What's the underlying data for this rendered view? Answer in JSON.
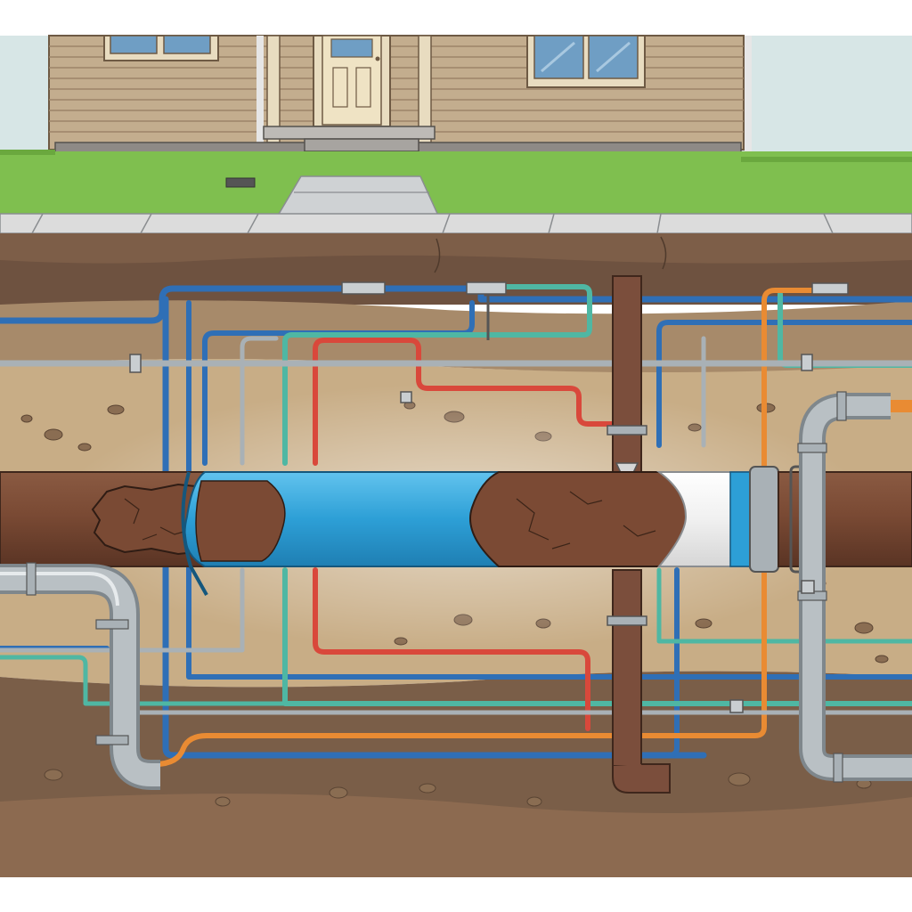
{
  "scene": {
    "subject": "house-with-underground-utility-lines",
    "house_labels": [],
    "pipe_labels": [],
    "layers": [
      "house",
      "lawn",
      "sidewalk",
      "topsoil",
      "sandy-soil",
      "clay-soil",
      "bedrock-soil"
    ],
    "lining_stages": [
      "corroded-host-pipe",
      "blue-cured-liner",
      "corroded-section-ahead",
      "white-liner-sleeve",
      "original-pipe"
    ]
  },
  "colors": {
    "sky": "#d7e6e6",
    "siding": "#c3ad8e",
    "siding_line": "#9c8468",
    "trim": "#e8dcc0",
    "foundation": "#8e8a86",
    "grass": "#7fbf4f",
    "sidewalk": "#dcdcdc",
    "topsoil": "#6e5240",
    "sand": "#c8ad86",
    "clay": "#7a5e48",
    "deep": "#8c6a50",
    "host_pipe": "#7a4a34",
    "liner_blue": "#2d9fd6",
    "liner_white": "#f4f4f4",
    "water_blue": "#2f6fb6",
    "teal": "#4fb7a3",
    "red": "#d9483b",
    "orange": "#e98b33",
    "gray_pipe": "#a9b1b6",
    "cast_iron": "#7b4e3c"
  }
}
